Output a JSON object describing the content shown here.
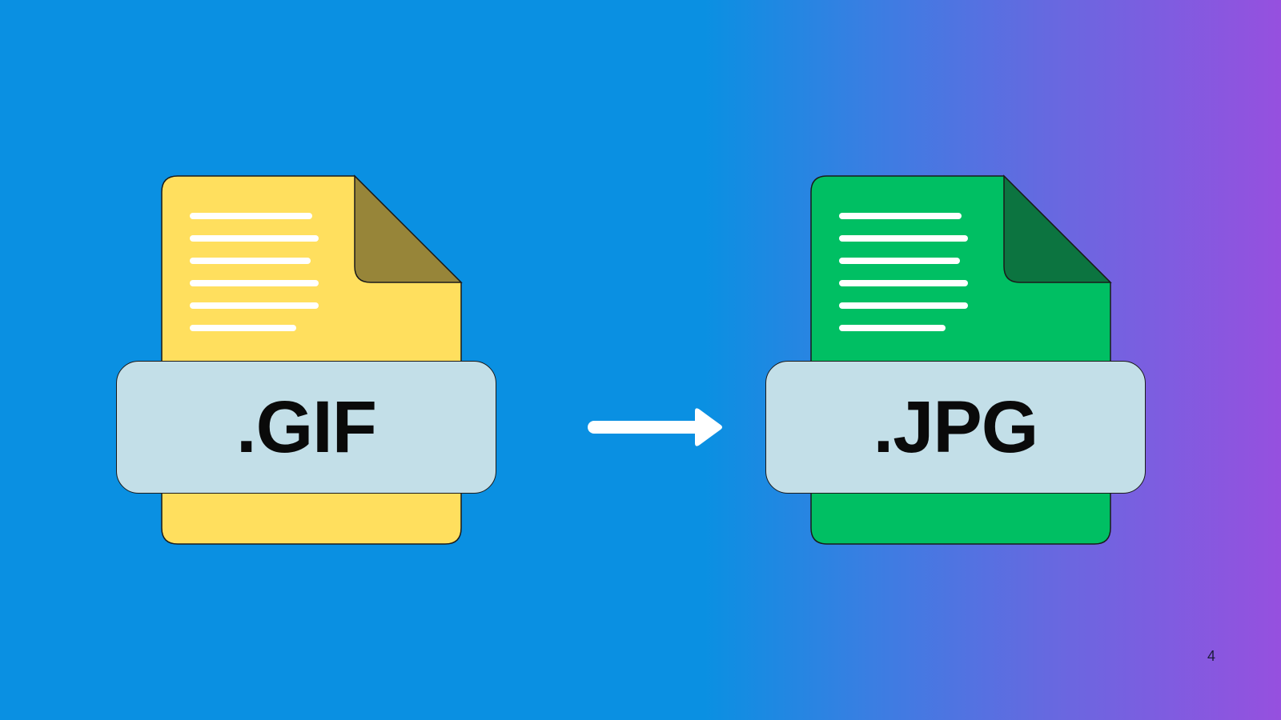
{
  "slide": {
    "page_number": "4",
    "background_gradient": [
      "#0a90e2",
      "#9650df"
    ]
  },
  "source_file": {
    "extension_label": ".GIF",
    "body_color": "#ffdf5e",
    "fold_color": "#978539",
    "icon": "document-icon"
  },
  "arrow": {
    "icon": "arrow-right-icon",
    "color": "#ffffff"
  },
  "target_file": {
    "extension_label": ".JPG",
    "body_color": "#00bf63",
    "fold_color": "#0c7440",
    "icon": "document-icon"
  }
}
